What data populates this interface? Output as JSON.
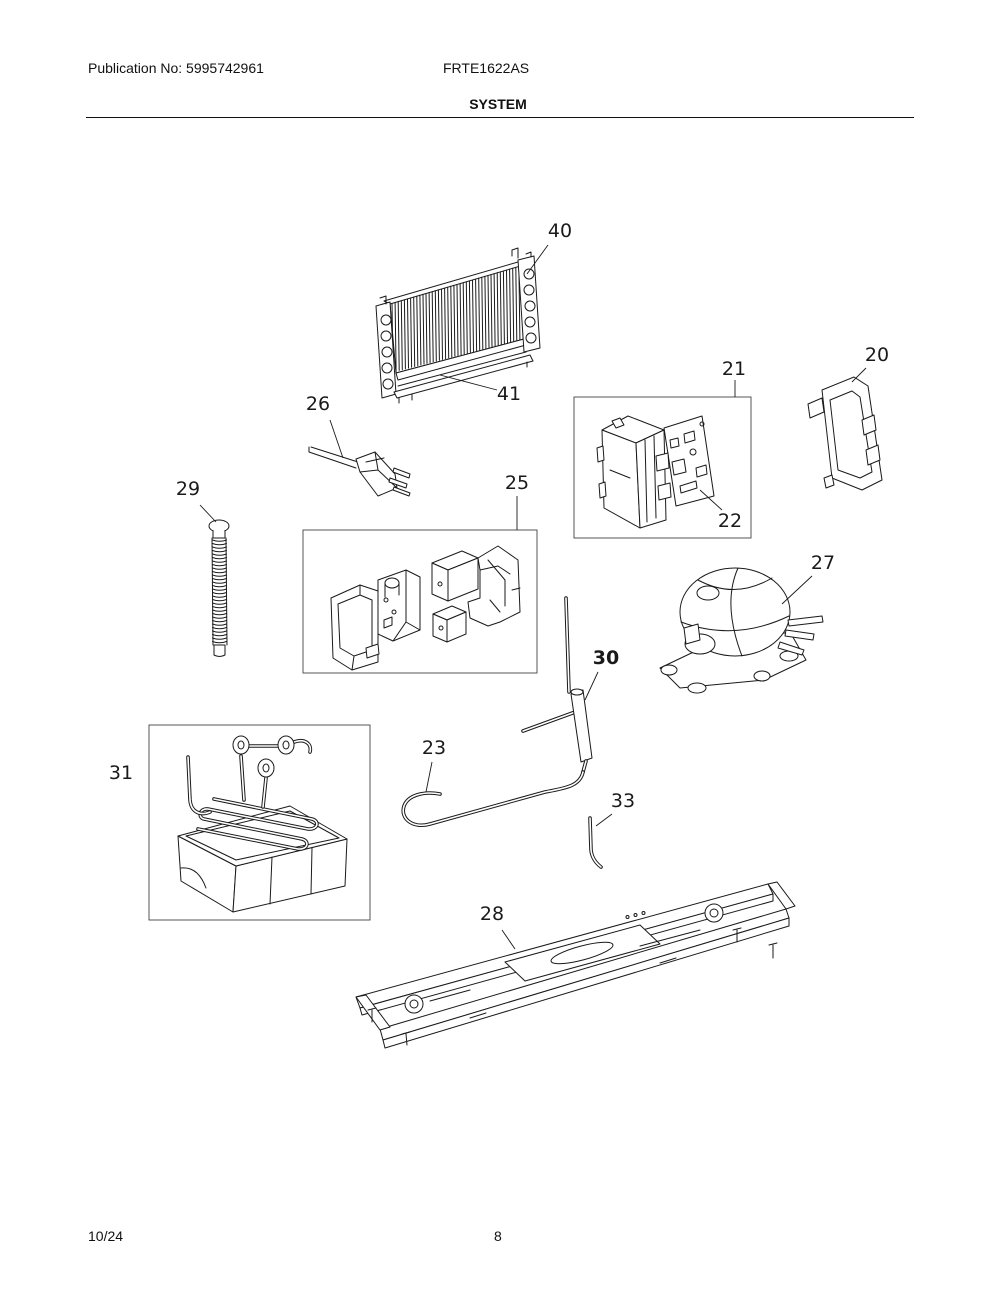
{
  "header": {
    "publication": "Publication No: 5995742961",
    "model": "FRTE1622AS",
    "section_title": "SYSTEM"
  },
  "footer": {
    "date": "10/24",
    "page": "8"
  },
  "callouts": [
    "40",
    "41",
    "21",
    "20",
    "26",
    "29",
    "25",
    "22",
    "27",
    "30",
    "23",
    "31",
    "33",
    "28"
  ]
}
